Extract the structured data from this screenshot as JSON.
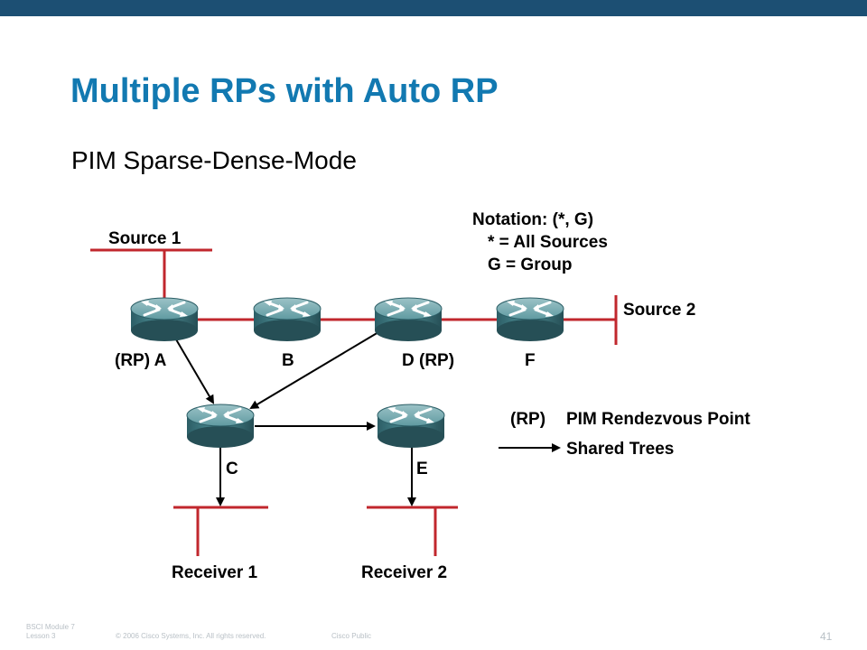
{
  "slide": {
    "title": "Multiple RPs with Auto RP",
    "subtitle": "PIM Sparse-Dense-Mode",
    "page_number": "41"
  },
  "diagram": {
    "notation": {
      "line1": "Notation: (*, G)",
      "line2": "* = All Sources",
      "line3": "G = Group"
    },
    "sources": {
      "source1": "Source 1",
      "source2": "Source 2"
    },
    "routers": {
      "a": "(RP) A",
      "b": "B",
      "d": "D (RP)",
      "f": "F",
      "c": "C",
      "e": "E"
    },
    "receivers": {
      "r1": "Receiver 1",
      "r2": "Receiver 2"
    },
    "legend": {
      "rp_key": "(RP)",
      "rp_desc": "PIM Rendezvous Point",
      "tree_desc": "Shared Trees"
    },
    "colors": {
      "link": "#c1272d",
      "router": "#3f7f87",
      "title": "#1279b1",
      "bar": "#1c4f73"
    },
    "icons": {
      "router": "router-icon",
      "arrow": "arrow-icon"
    }
  },
  "footer": {
    "module_line1": "BSCI Module 7",
    "module_line2": "Lesson 3",
    "copyright": "© 2006 Cisco Systems, Inc. All rights reserved.",
    "classification": "Cisco Public"
  }
}
